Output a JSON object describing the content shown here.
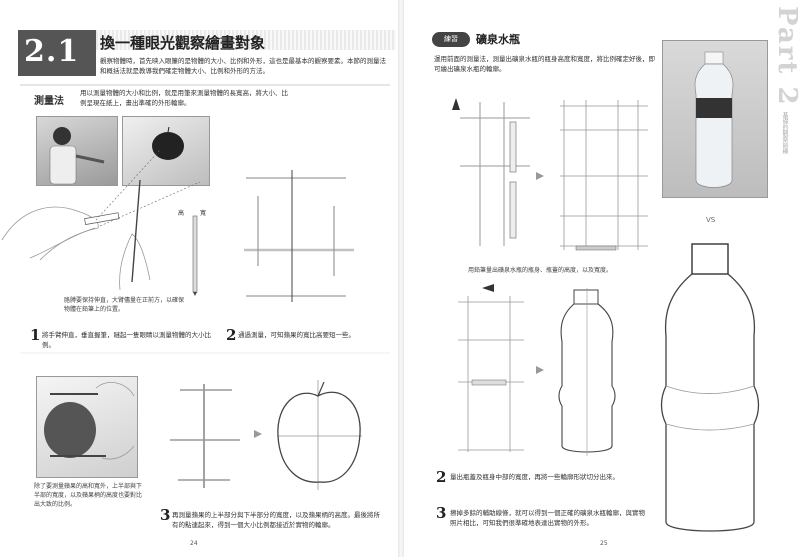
{
  "left_page": {
    "section_number": "2.1",
    "title": "換一種眼光觀察繪畫對象",
    "intro": "觀察物體時，首先映入眼簾的是物體的大小、比例和外形，這也是最基本的觀察要素。本節的測量法和概括法就是教導我們確定物體大小、比例和外形的方法。",
    "method_label": "測量法",
    "method_text": "用以測量物體的大小和比例，就是用筆來測量物體的長寬高，將大小、比例呈現在紙上，畫出準確的外形輪廓。",
    "caption_arm": "胳膊要保持伸直，大臂儘量在正前方，以確保物體在鉛筆上的位置。",
    "label_height": "高",
    "label_width": "寬",
    "step1_num": "1",
    "step1_text": "將手臂伸直，垂直握筆，瞇起一隻眼睛以測量物體的大小比例。",
    "step2_num": "2",
    "step2_text": "通過測量，可知蘋果的寬比高要短一些。",
    "caption_apple": "除了要測量蘋果的高和寬外，上半部與下半部的寬度，以及蘋果柄的高度也要對比出大致的比例。",
    "step3_num": "3",
    "step3_text": "再測量蘋果的上半部分與下半部分的寬度，以及蘋果柄的高度。最後將所有的點連起來，得到一個大小比例都接近於實物的輪廓。",
    "page_number": "24"
  },
  "right_page": {
    "badge": "練習",
    "exercise_title": "礦泉水瓶",
    "exercise_text": "運用前面的測量法，測量出礦泉水瓶的瓶身高度和寬度，將比例確定好後，即可繪出礦泉水瓶的輪廓。",
    "caption_mid": "用鉛筆量出礦泉水瓶的瓶身、瓶蓋的高度，以及寬度。",
    "step2_num": "2",
    "step2_text": "量出瓶蓋及瓶身中部的寬度，再將一些輪廓形狀切分出來。",
    "step3_num": "3",
    "step3_text": "擦掉多餘的輔助線條，就可以得到一個正確的礦泉水瓶輪廓，與實物照片相比，可知我們很準確地表達出實物的外形。",
    "vs": "VS",
    "part": "Part 2",
    "part_sub": "基礎的觀察訓練",
    "page_number": "25"
  }
}
